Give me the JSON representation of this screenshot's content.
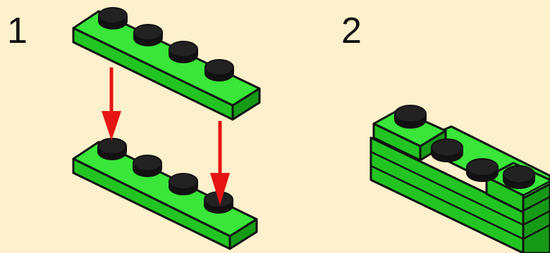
{
  "steps": [
    {
      "number": "1"
    },
    {
      "number": "2"
    }
  ],
  "colors": {
    "background": "#fdf0cc",
    "brick_top": "#39e639",
    "brick_front": "#22c422",
    "brick_side": "#169a16",
    "stud": "#222222",
    "outline": "#111111",
    "arrow": "#e61414"
  },
  "icons": {
    "arrow": "arrow-down-icon",
    "brick": "lego-plate-1x4"
  }
}
